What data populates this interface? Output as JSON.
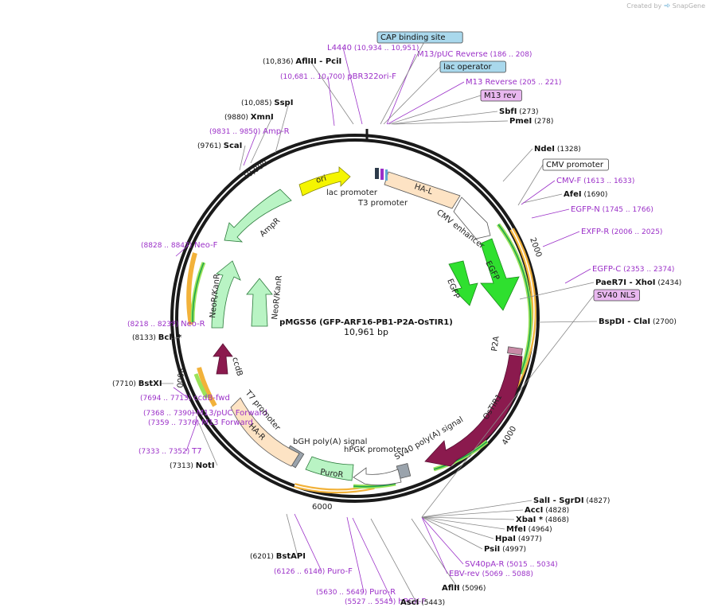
{
  "brand": {
    "prefix": "Created by",
    "name": "SnapGene"
  },
  "plasmid": {
    "name": "pMGS56 (GFP-ARF16-PB1-P2A-OsTIR1)",
    "size": "10,961 bp"
  },
  "colors": {
    "purple": "#9b30c8",
    "ha": "#fde3c4",
    "green_arrow": "#9be35a",
    "dark_green": "#1aa34a",
    "ccdb": "#8b1a4e",
    "ostir1": "#8b1a4e",
    "egfp": "#2fe02f",
    "ori": "#f5f500",
    "neo": "#b9f4c4",
    "gray_box": "#9aa3ac",
    "orange_track": "#f2b23a"
  },
  "ticks": [
    {
      "label": "2000"
    },
    {
      "label": "4000"
    },
    {
      "label": "6000"
    },
    {
      "label": "8000"
    },
    {
      "label": "10,000"
    }
  ],
  "labels": [
    {
      "name": "l4440",
      "coords": "(10,934 .. 10,951)",
      "text": "L4440",
      "kind": "primer"
    },
    {
      "name": "afliii",
      "coords": "(10,836)",
      "text": "AflIII",
      "suffix": "- PciI",
      "kind": "enzyme"
    },
    {
      "name": "pbr322ori",
      "coords": "(10,681 .. 10,700)",
      "text": "pBR322ori-F",
      "kind": "primer"
    },
    {
      "name": "sspi",
      "coords": "(10,085)",
      "text": "SspI",
      "kind": "enzyme"
    },
    {
      "name": "xmni",
      "coords": "(9880)",
      "text": "XmnI",
      "kind": "enzyme"
    },
    {
      "name": "ampr-primer",
      "coords": "(9831 .. 9850)",
      "text": "Amp-R",
      "kind": "primer"
    },
    {
      "name": "scai",
      "coords": "(9761)",
      "text": "ScaI",
      "kind": "enzyme"
    },
    {
      "name": "neo-f",
      "coords": "(8828 .. 8847)",
      "text": "Neo-F",
      "kind": "primer"
    },
    {
      "name": "neo-r",
      "coords": "(8218 .. 8237)",
      "text": "Neo-R",
      "kind": "primer"
    },
    {
      "name": "bcli",
      "coords": "(8133)",
      "text": "BclI *",
      "kind": "enzyme"
    },
    {
      "name": "bstxi",
      "coords": "(7710)",
      "text": "BstXI",
      "kind": "enzyme"
    },
    {
      "name": "ccdb-fwd",
      "coords": "(7694 .. 7713)",
      "text": "ccdB-fwd",
      "kind": "primer"
    },
    {
      "name": "m13puc-fwd",
      "coords": "(7368 .. 7390)",
      "text": "M13/pUC Forward",
      "kind": "primer"
    },
    {
      "name": "m13-fwd-primer",
      "coords": "(7359 .. 7376)",
      "text": "M13 Forward",
      "kind": "primer"
    },
    {
      "name": "m13-fwd-box",
      "coords": "",
      "text": "M13 fwd",
      "kind": "box-purple"
    },
    {
      "name": "t7",
      "coords": "(7333 .. 7352)",
      "text": "T7",
      "kind": "primer"
    },
    {
      "name": "noti",
      "coords": "(7313)",
      "text": "NotI",
      "kind": "enzyme"
    },
    {
      "name": "bstapi",
      "coords": "(6201)",
      "text": "BstAPI",
      "kind": "enzyme"
    },
    {
      "name": "puro-f",
      "coords": "(6126 .. 6146)",
      "text": "Puro-F",
      "kind": "primer"
    },
    {
      "name": "puro-r",
      "coords": "(5630 .. 5649)",
      "text": "Puro-R",
      "kind": "primer"
    },
    {
      "name": "hpgk-f",
      "coords": "(5527 .. 5545)",
      "text": "hPGK-F",
      "kind": "primer"
    },
    {
      "name": "asci",
      "coords": "(5443)",
      "text": "AscI",
      "kind": "enzyme"
    },
    {
      "name": "aflii",
      "coords": "(5096)",
      "text": "AflII",
      "kind": "enzyme"
    },
    {
      "name": "ebv-rev",
      "coords": "(5069 .. 5088)",
      "text": "EBV-rev",
      "kind": "primer"
    },
    {
      "name": "sv40pa-r",
      "coords": "(5015 .. 5034)",
      "text": "SV40pA-R",
      "kind": "primer"
    },
    {
      "name": "psii",
      "coords": "(4997)",
      "text": "PsiI",
      "kind": "enzyme"
    },
    {
      "name": "hpai",
      "coords": "(4977)",
      "text": "HpaI",
      "kind": "enzyme"
    },
    {
      "name": "mfei",
      "coords": "(4964)",
      "text": "MfeI",
      "kind": "enzyme"
    },
    {
      "name": "xbai",
      "coords": "(4868)",
      "text": "XbaI *",
      "kind": "enzyme"
    },
    {
      "name": "acci",
      "coords": "(4828)",
      "text": "AccI",
      "kind": "enzyme"
    },
    {
      "name": "sali",
      "coords": "(4827)",
      "text": "SalI",
      "suffix": "- SgrDI",
      "kind": "enzyme"
    },
    {
      "name": "bspdi",
      "coords": "(2700)",
      "text": "BspDI",
      "suffix": "- ClaI",
      "kind": "enzyme"
    },
    {
      "name": "sv40nls",
      "coords": "",
      "text": "SV40 NLS",
      "kind": "box-purple"
    },
    {
      "name": "paer7i",
      "coords": "(2434)",
      "text": "PaeR7I",
      "suffix": "- XhoI",
      "kind": "enzyme"
    },
    {
      "name": "egfp-c",
      "coords": "(2353 .. 2374)",
      "text": "EGFP-C",
      "kind": "primer"
    },
    {
      "name": "exfp-r",
      "coords": "(2006 .. 2025)",
      "text": "EXFP-R",
      "kind": "primer"
    },
    {
      "name": "egfp-n",
      "coords": "(1745 .. 1766)",
      "text": "EGFP-N",
      "kind": "primer"
    },
    {
      "name": "afei",
      "coords": "(1690)",
      "text": "AfeI",
      "kind": "enzyme"
    },
    {
      "name": "cmv-f",
      "coords": "(1613 .. 1633)",
      "text": "CMV-F",
      "kind": "primer"
    },
    {
      "name": "cmv-promoter-box",
      "coords": "",
      "text": "CMV promoter",
      "kind": "box-white"
    },
    {
      "name": "ndei",
      "coords": "(1328)",
      "text": "NdeI",
      "kind": "enzyme"
    },
    {
      "name": "pmei",
      "coords": "(278)",
      "text": "PmeI",
      "kind": "enzyme"
    },
    {
      "name": "sbfi",
      "coords": "(273)",
      "text": "SbfI",
      "kind": "enzyme"
    },
    {
      "name": "m13rev-box",
      "coords": "",
      "text": "M13 rev",
      "kind": "box-purple"
    },
    {
      "name": "m13-reverse",
      "coords": "(205 .. 221)",
      "text": "M13 Reverse",
      "kind": "primer"
    },
    {
      "name": "lac-operator",
      "coords": "",
      "text": "lac operator",
      "kind": "box-blue"
    },
    {
      "name": "m13puc-rev",
      "coords": "(186 .. 208)",
      "text": "M13/pUC Reverse",
      "kind": "primer"
    },
    {
      "name": "cap-site",
      "coords": "",
      "text": "CAP binding site",
      "kind": "box-blue"
    }
  ],
  "features": [
    {
      "name": "ha-l",
      "text": "HA-L"
    },
    {
      "name": "cmv-enhancer",
      "text": "CMV enhancer"
    },
    {
      "name": "egfp-outer",
      "text": "EGFP"
    },
    {
      "name": "egfp-inner",
      "text": "EGFP"
    },
    {
      "name": "p2a",
      "text": "P2A"
    },
    {
      "name": "ostir1",
      "text": "OsTIR1"
    },
    {
      "name": "sv40-polya",
      "text": "SV40 poly(A) signal"
    },
    {
      "name": "hpgk-promoter",
      "text": "hPGK promoter"
    },
    {
      "name": "puror",
      "text": "PuroR"
    },
    {
      "name": "bgh-polya",
      "text": "bGH poly(A) signal"
    },
    {
      "name": "ha-r",
      "text": "HA-R"
    },
    {
      "name": "t7-promoter",
      "text": "T7 promoter"
    },
    {
      "name": "ccdb",
      "text": "ccdB"
    },
    {
      "name": "neor-outer",
      "text": "NeoR/KanR"
    },
    {
      "name": "neor-inner",
      "text": "NeoR/KanR"
    },
    {
      "name": "ampr",
      "text": "AmpR"
    },
    {
      "name": "ori",
      "text": "ori"
    },
    {
      "name": "lac-promoter",
      "text": "lac promoter"
    },
    {
      "name": "t3-promoter",
      "text": "T3 promoter"
    }
  ]
}
